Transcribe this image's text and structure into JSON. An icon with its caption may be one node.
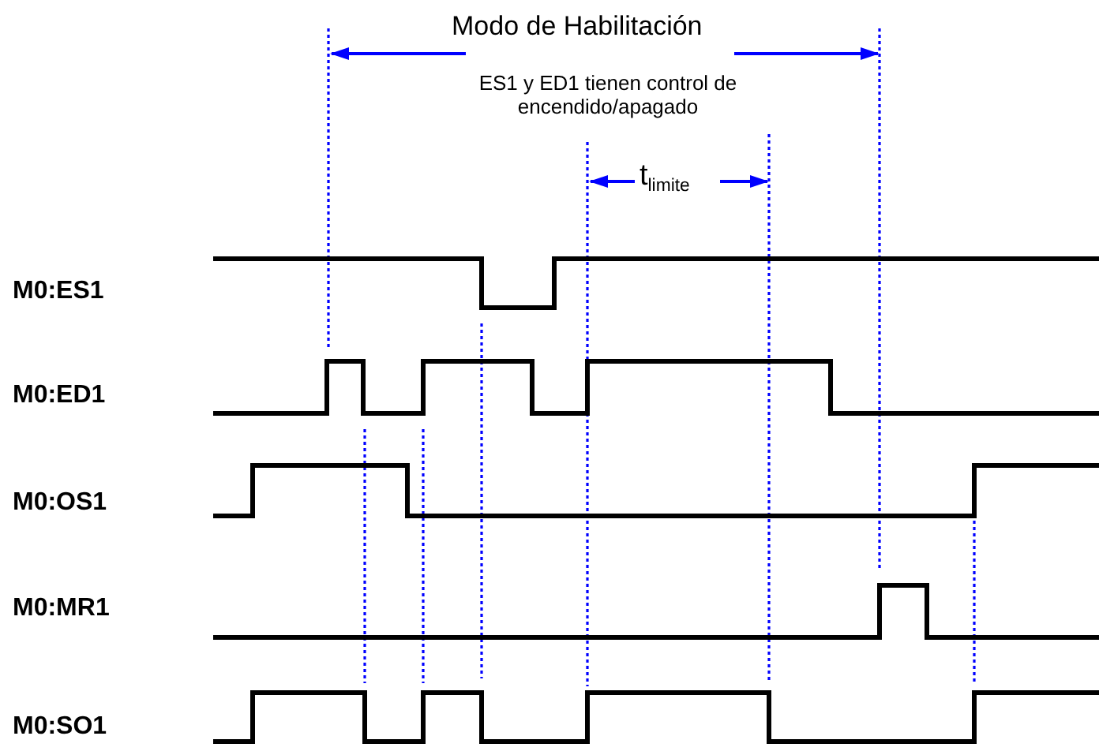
{
  "diagram": {
    "labels": [
      "Modo de Habilitación",
      "ES1 y ED1 tienen control de encendido/apagado",
      "t$_{limite}$",
      "M0:ES1",
      "M0:ED1",
      "M0:OS1",
      "M0:MR1",
      "M0:SO1"
    ]
  }
}
